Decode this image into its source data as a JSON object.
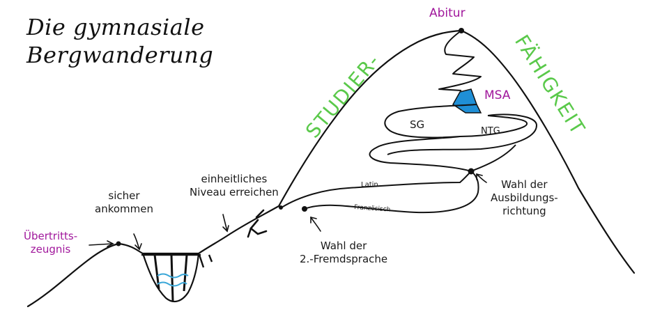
{
  "title": {
    "line1": "Die gymnasiale",
    "line2": "Bergwanderung"
  },
  "peak": {
    "label": "Abitur"
  },
  "msa": {
    "label": "MSA"
  },
  "branches": {
    "left": "SG",
    "right": "NTG"
  },
  "languages": {
    "latin": "Latin",
    "french": "Französisch"
  },
  "side_text": {
    "left": "STUDIER-",
    "right": "FÄHIGKEIT"
  },
  "annotations": {
    "uebertritt_line1": "Übertritts-",
    "uebertritt_line2": "zeugnis",
    "sicher_line1": "sicher",
    "sicher_line2": "ankommen",
    "niveau_line1": "einheitliches",
    "niveau_line2": "Niveau erreichen",
    "wahl2_line1": "Wahl der",
    "wahl2_line2": "2.-Fremdsprache",
    "wahlA_line1": "Wahl der",
    "wahlA_line2": "Ausbildungs-",
    "wahlA_line3": "richtung"
  },
  "colors": {
    "ink": "#111111",
    "purple": "#a0169b",
    "green": "#5ac94a",
    "msa_fill": "#1f8fd6",
    "water": "#3aa7d8"
  }
}
